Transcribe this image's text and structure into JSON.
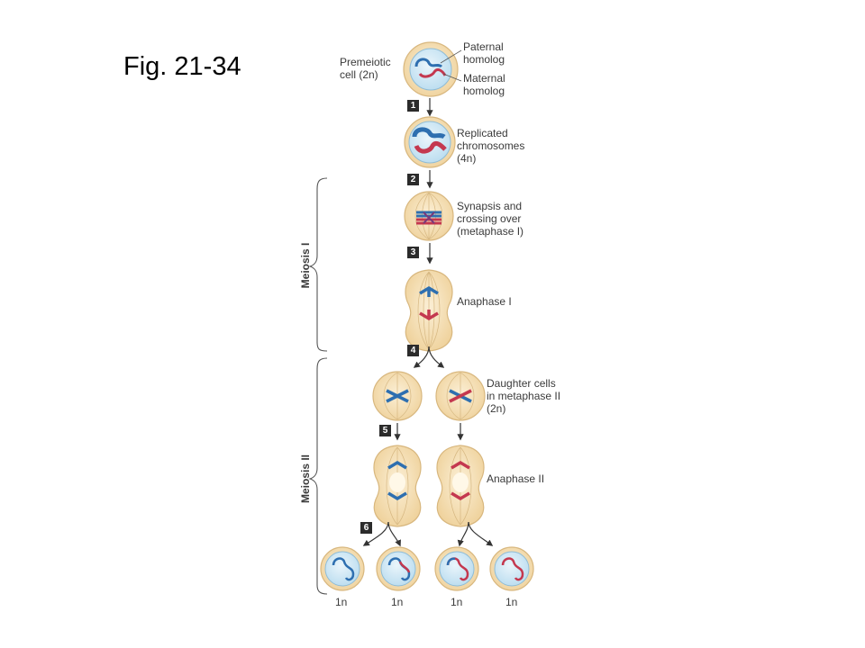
{
  "title": "Fig. 21-34",
  "labels": {
    "premeiotic": [
      "Premeiotic",
      "cell (2n)"
    ],
    "paternal": [
      "Paternal",
      "homolog"
    ],
    "maternal": [
      "Maternal",
      "homolog"
    ],
    "replicated": [
      "Replicated",
      "chromosomes",
      "(4n)"
    ],
    "synapsis": [
      "Synapsis and",
      "crossing over",
      "(metaphase I)"
    ],
    "anaphase1": "Anaphase I",
    "daughter": [
      "Daughter cells",
      "in metaphase II",
      "(2n)"
    ],
    "anaphase2": "Anaphase II"
  },
  "phases": {
    "meiosis1": "Meiosis I",
    "meiosis2": "Meiosis II"
  },
  "steps": [
    "1",
    "2",
    "3",
    "4",
    "5",
    "6"
  ],
  "ploidy": [
    "1n",
    "1n",
    "1n",
    "1n"
  ],
  "colors": {
    "paternal": "#2e6fb0",
    "maternal": "#c4384f",
    "cell_fill": "#f6e2b8",
    "cell_edge": "#d8b77e",
    "nucleus": "#cfe6f3"
  }
}
